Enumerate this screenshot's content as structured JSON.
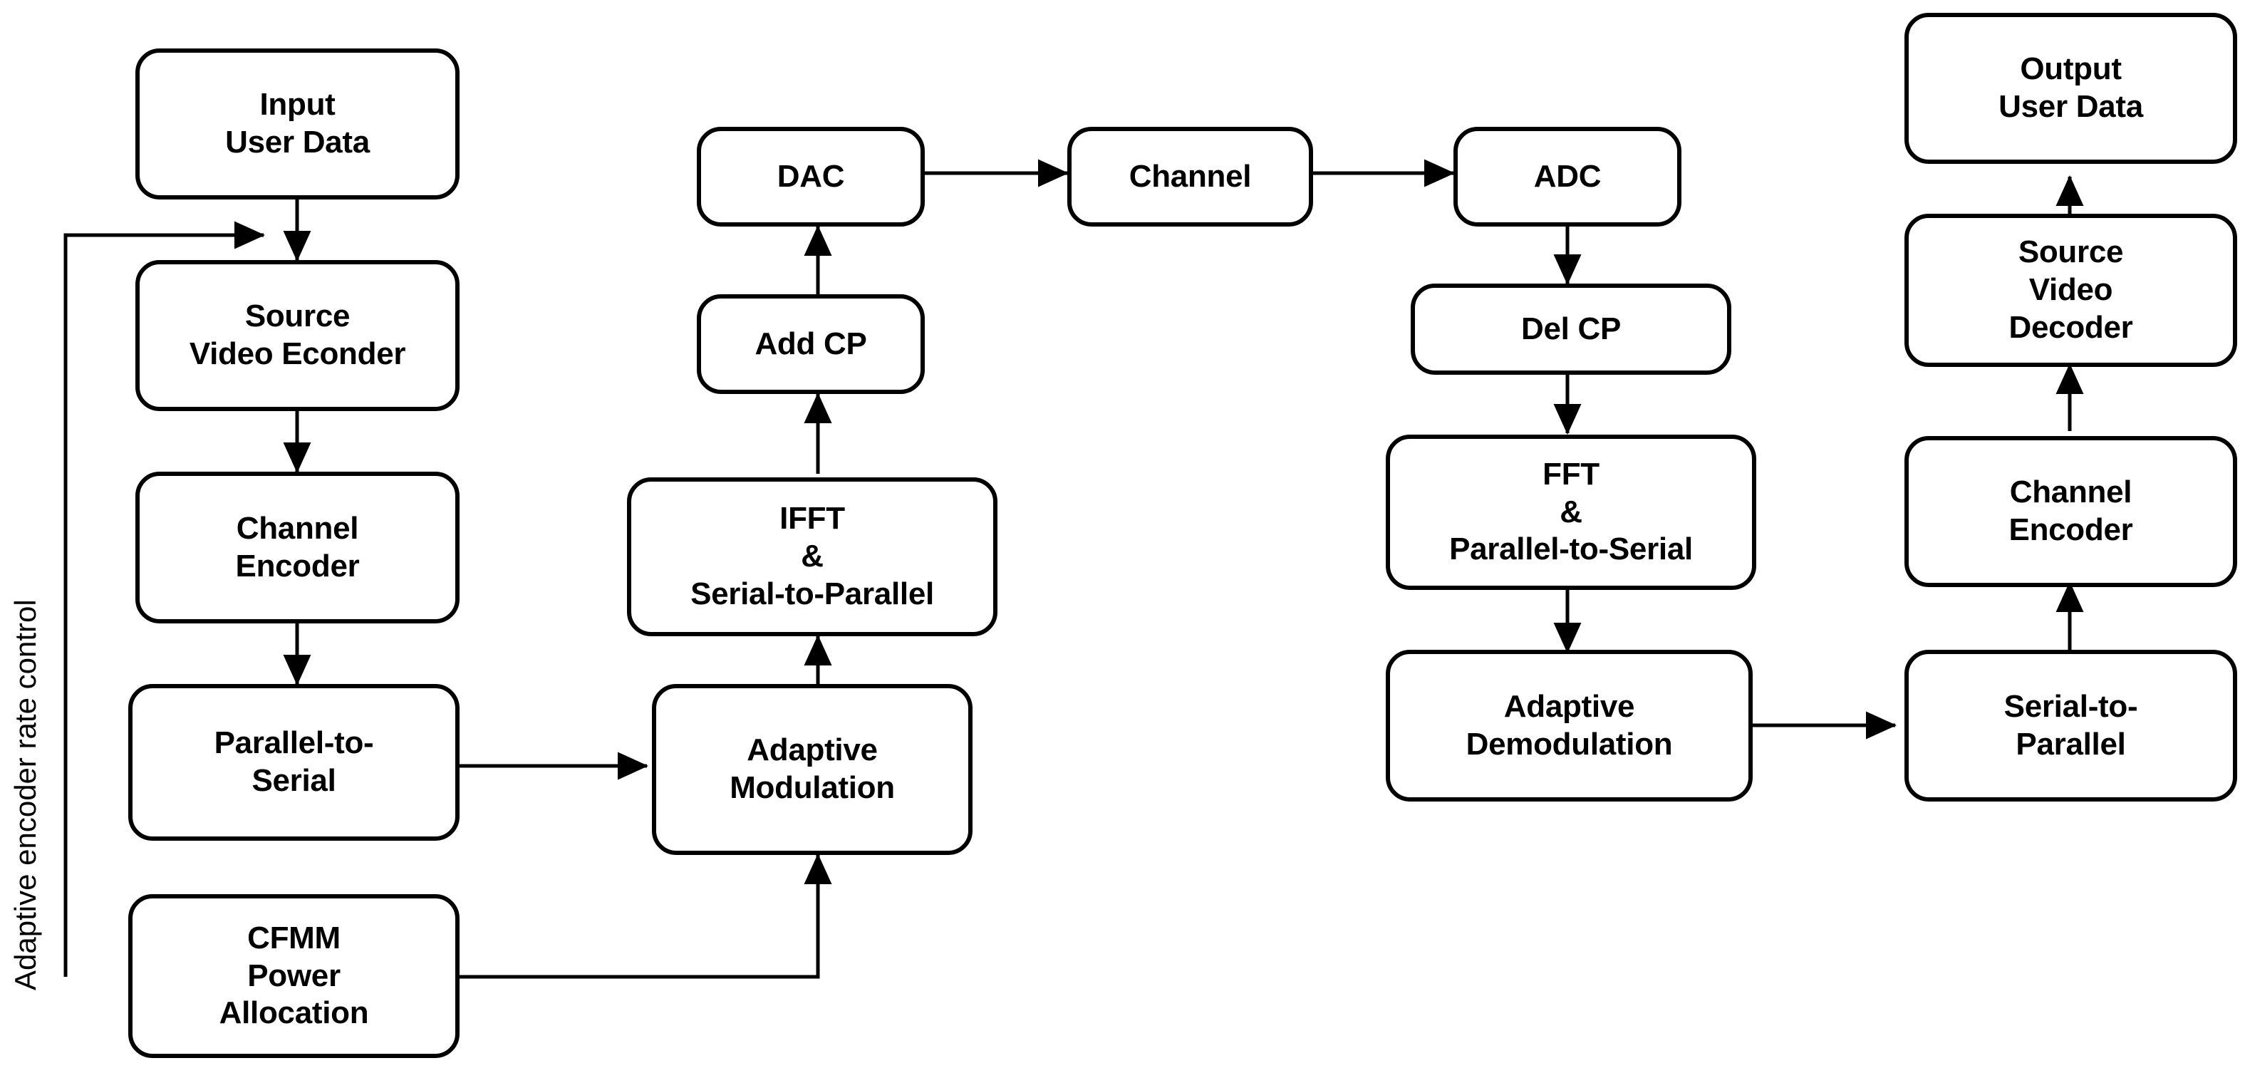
{
  "diagram": {
    "title": "Adaptive video transmission OFDM block diagram",
    "line_color": "#000000",
    "box_fill": "#ffffff",
    "nodes": [
      {
        "id": "input-user-data",
        "label": "Input\nUser Data"
      },
      {
        "id": "source-video-encoder",
        "label": "Source\nVideo Econder"
      },
      {
        "id": "channel-encoder-tx",
        "label": "Channel\nEncoder"
      },
      {
        "id": "parallel-to-serial-tx",
        "label": "Parallel-to-\nSerial"
      },
      {
        "id": "cfmm-power-allocation",
        "label": "CFMM\nPower\nAllocation"
      },
      {
        "id": "adaptive-modulation",
        "label": "Adaptive\nModulation"
      },
      {
        "id": "ifft-serial-to-parallel",
        "label": "IFFT\n&\nSerial-to-Parallel"
      },
      {
        "id": "add-cp",
        "label": "Add CP"
      },
      {
        "id": "dac",
        "label": "DAC"
      },
      {
        "id": "channel",
        "label": "Channel"
      },
      {
        "id": "adc",
        "label": "ADC"
      },
      {
        "id": "del-cp",
        "label": "Del CP"
      },
      {
        "id": "fft-parallel-to-serial",
        "label": "FFT\n&\nParallel-to-Serial"
      },
      {
        "id": "adaptive-demodulation",
        "label": "Adaptive\nDemodulation"
      },
      {
        "id": "serial-to-parallel-rx",
        "label": "Serial-to-\nParallel"
      },
      {
        "id": "channel-encoder-rx",
        "label": "Channel\nEncoder"
      },
      {
        "id": "source-video-decoder",
        "label": "Source\nVideo\nDecoder"
      },
      {
        "id": "output-user-data",
        "label": "Output\nUser Data"
      }
    ],
    "annotations": [
      {
        "id": "feedback-label",
        "label": "Adaptive encoder rate control"
      }
    ],
    "edges": [
      {
        "from": "input-user-data",
        "to": "source-video-encoder"
      },
      {
        "from": "source-video-encoder",
        "to": "channel-encoder-tx"
      },
      {
        "from": "channel-encoder-tx",
        "to": "parallel-to-serial-tx"
      },
      {
        "from": "parallel-to-serial-tx",
        "to": "adaptive-modulation"
      },
      {
        "from": "cfmm-power-allocation",
        "to": "adaptive-modulation"
      },
      {
        "from": "cfmm-power-allocation",
        "to": "source-video-encoder"
      },
      {
        "from": "adaptive-modulation",
        "to": "ifft-serial-to-parallel"
      },
      {
        "from": "ifft-serial-to-parallel",
        "to": "add-cp"
      },
      {
        "from": "add-cp",
        "to": "dac"
      },
      {
        "from": "dac",
        "to": "channel"
      },
      {
        "from": "channel",
        "to": "adc"
      },
      {
        "from": "adc",
        "to": "del-cp"
      },
      {
        "from": "del-cp",
        "to": "fft-parallel-to-serial"
      },
      {
        "from": "fft-parallel-to-serial",
        "to": "adaptive-demodulation"
      },
      {
        "from": "adaptive-demodulation",
        "to": "serial-to-parallel-rx"
      },
      {
        "from": "serial-to-parallel-rx",
        "to": "channel-encoder-rx"
      },
      {
        "from": "channel-encoder-rx",
        "to": "source-video-decoder"
      },
      {
        "from": "source-video-decoder",
        "to": "output-user-data"
      }
    ]
  }
}
